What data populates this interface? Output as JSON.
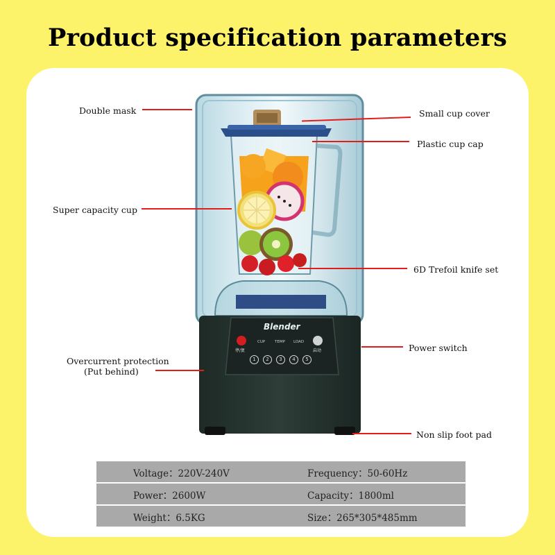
{
  "title": "Product specification parameters",
  "labels": {
    "double_mask": "Double mask",
    "small_cup_cover": "Small cup cover",
    "plastic_cup_cap": "Plastic cup cap",
    "super_capacity_cup": "Super capacity cup",
    "knife_set": "6D Trefoil knife set",
    "power_switch": "Power switch",
    "overcurrent_line1": "Overcurrent protection",
    "overcurrent_line2": "(Put behind)",
    "foot_pad": "Non slip foot pad"
  },
  "panel": {
    "brand": "Blender",
    "stop_label": "停/复",
    "start_label": "启动",
    "mode_labels": [
      "CUP",
      "TEMP",
      "LOAD"
    ],
    "speed_buttons": [
      "1",
      "2",
      "3",
      "4",
      "5"
    ]
  },
  "specs": {
    "voltage": "Voltage：220V-240V",
    "frequency": "Frequency：50-60Hz",
    "power": "Power：2600W",
    "capacity": "Capacity：1800ml",
    "weight": "Weight：6.5KG",
    "size": "Size：265*305*485mm"
  },
  "colors": {
    "background": "#fdf36a",
    "card": "#ffffff",
    "leader_line": "#e21b1b",
    "spec_row": "#a9a9a9"
  }
}
